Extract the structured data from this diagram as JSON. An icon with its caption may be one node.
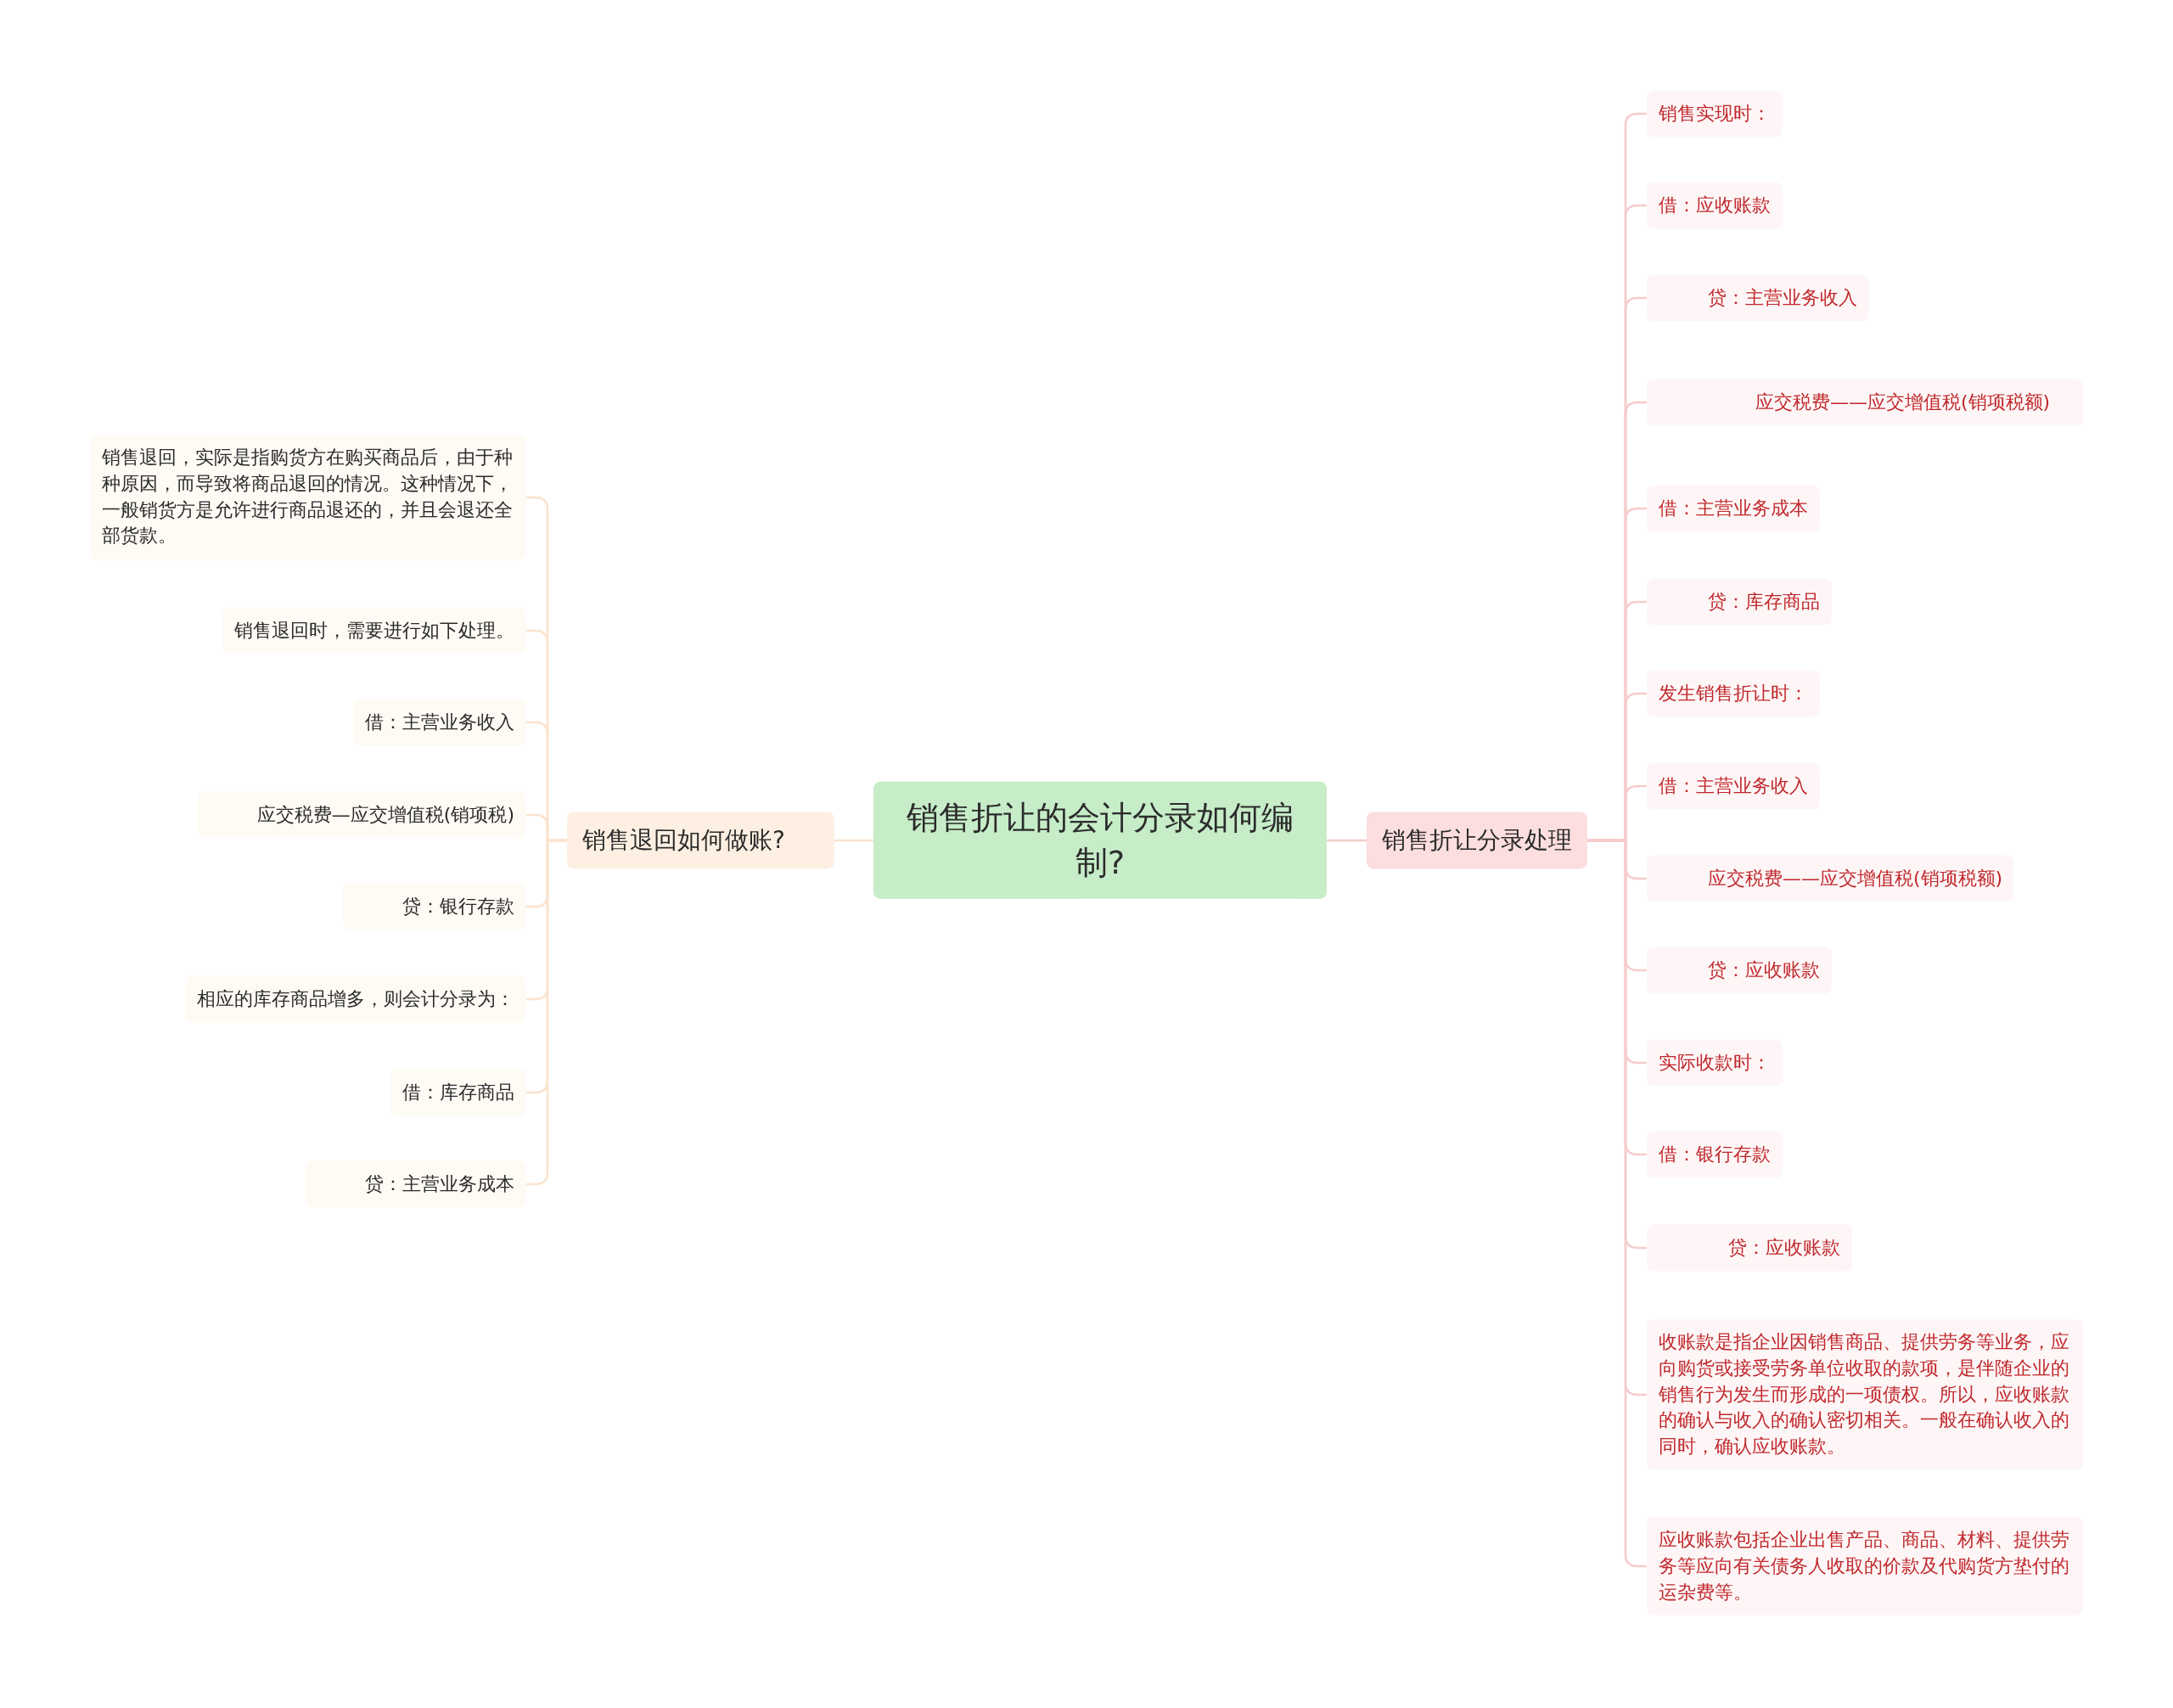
{
  "diagram": {
    "nodes": [
      {
        "text": [
          "销售折让的会计分录如何编制?"
        ]
      },
      {
        "text": [
          "销售退回如何做账?"
        ]
      },
      {
        "text": [
          "销售退回，实际是指购货方在购买商品后，由于种种原因，而导致将商品退回的情况。这种情况下，一般销货方是允许进行商品退还的，并且会退还全部货款。"
        ]
      },
      {
        "text": [
          "销售退回时，需要进行如下处理。"
        ]
      },
      {
        "text": [
          "借：主营业务收入"
        ]
      },
      {
        "text": [
          "应交税费—应交增值税(销项税)"
        ]
      },
      {
        "text": [
          "贷：银行存款"
        ]
      },
      {
        "text": [
          "相应的库存商品增多，则会计分录为："
        ]
      },
      {
        "text": [
          "借：库存商品"
        ]
      },
      {
        "text": [
          "贷：主营业务成本"
        ]
      },
      {
        "text": [
          "销售折让分录处理"
        ]
      },
      {
        "text": [
          "销售实现时："
        ]
      },
      {
        "text": [
          "借：应收账款"
        ]
      },
      {
        "text": [
          "贷：主营业务收入"
        ]
      },
      {
        "text": [
          "应交税费——应交增值税(销项税额)"
        ]
      },
      {
        "text": [
          "借：主营业务成本"
        ]
      },
      {
        "text": [
          "贷：库存商品"
        ]
      },
      {
        "text": [
          "发生销售折让时："
        ]
      },
      {
        "text": [
          "借：主营业务收入"
        ]
      },
      {
        "text": [
          "应交税费——应交增值税(销项税额)"
        ]
      },
      {
        "text": [
          "贷：应收账款"
        ]
      },
      {
        "text": [
          "实际收款时："
        ]
      },
      {
        "text": [
          "借：银行存款"
        ]
      },
      {
        "text": [
          "贷：应收账款"
        ]
      },
      {
        "text": [
          "收账款是指企业因销售商品、提供劳务等业务，应向购货或接受劳务单位收取的款项，是伴随企业的销售行为发生而形成的一项债权。所以，应收账款的确认与收入的确认密切相关。一般在确认收入的同时，确认应收账款。"
        ]
      },
      {
        "text": [
          "应收账款包括企业出售产品、商品、材料、提供劳务等应向有关债务人收取的价款及代购货方垫付的运杂费等。"
        ]
      }
    ],
    "edges": [
      {
        "from": 0,
        "to": 1,
        "arrow": "none",
        "color": "#fbe3cd"
      },
      {
        "from": 1,
        "to": 2,
        "arrow": "none",
        "color": "#fbe3cd"
      },
      {
        "from": 1,
        "to": 3,
        "arrow": "none",
        "color": "#fbe3cd"
      },
      {
        "from": 1,
        "to": 4,
        "arrow": "none",
        "color": "#fbe3cd"
      },
      {
        "from": 1,
        "to": 5,
        "arrow": "none",
        "color": "#fbe3cd"
      },
      {
        "from": 1,
        "to": 6,
        "arrow": "none",
        "color": "#fbe3cd"
      },
      {
        "from": 1,
        "to": 7,
        "arrow": "none",
        "color": "#fbe3cd"
      },
      {
        "from": 1,
        "to": 8,
        "arrow": "none",
        "color": "#fbe3cd"
      },
      {
        "from": 1,
        "to": 9,
        "arrow": "none",
        "color": "#fbe3cd"
      },
      {
        "from": 0,
        "to": 10,
        "arrow": "none"
      },
      {
        "from": 10,
        "to": 11,
        "arrow": "none"
      },
      {
        "from": 10,
        "to": 12,
        "arrow": "none"
      },
      {
        "from": 10,
        "to": 13,
        "arrow": "none"
      },
      {
        "from": 10,
        "to": 14,
        "arrow": "none"
      },
      {
        "from": 10,
        "to": 15,
        "arrow": "none"
      },
      {
        "from": 10,
        "to": 16,
        "arrow": "none"
      },
      {
        "from": 10,
        "to": 17,
        "arrow": "none"
      },
      {
        "from": 10,
        "to": 18,
        "arrow": "none"
      },
      {
        "from": 10,
        "to": 19,
        "arrow": "none"
      },
      {
        "from": 10,
        "to": 20,
        "arrow": "none"
      },
      {
        "from": 10,
        "to": 21,
        "arrow": "none"
      },
      {
        "from": 10,
        "to": 22,
        "arrow": "none"
      },
      {
        "from": 10,
        "to": 23,
        "arrow": "none"
      },
      {
        "from": 10,
        "to": 24,
        "arrow": "none"
      },
      {
        "from": 10,
        "to": 25,
        "arrow": "none"
      }
    ]
  }
}
